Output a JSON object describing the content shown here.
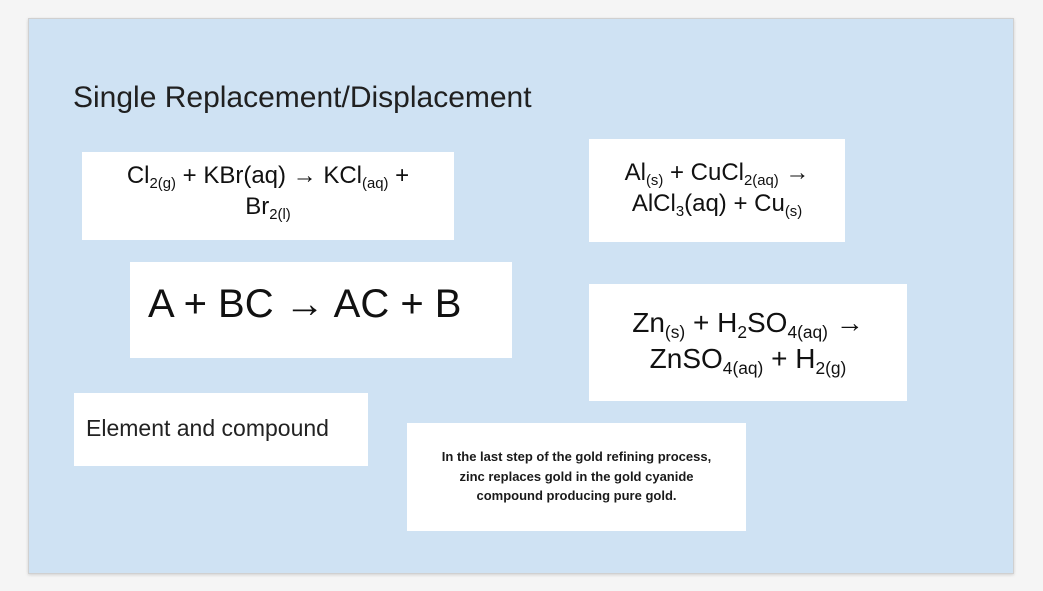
{
  "slide": {
    "title": "Single Replacement/Displacement",
    "arrow": "→",
    "eq1": {
      "line1": {
        "a": "Cl",
        "a_sub": "2(g)",
        "b": " + KBr(aq) → ",
        "c": "KCl",
        "c_sub": "(aq)",
        "d": " +"
      },
      "line2": {
        "a": "Br",
        "a_sub": "2(l)"
      }
    },
    "eq2": {
      "line1": {
        "a": "Al",
        "a_sub": "(s)",
        "b": " + CuCl",
        "b_sub": "2(aq)",
        "c": " →"
      },
      "line2": {
        "a": "AlCl",
        "a_sub": "3",
        "b": "(aq) + Cu",
        "b_sub": "(s)"
      }
    },
    "general": "A + BC → AC + B",
    "eq3": {
      "line1": {
        "a": "Zn",
        "a_sub": "(s)",
        "b": " + H",
        "b_sub": "2",
        "c": "SO",
        "c_sub": "4(aq)",
        "d": " →"
      },
      "line2": {
        "a": "ZnSO",
        "a_sub": "4(aq)",
        "b": " + H",
        "b_sub": "2(g)"
      }
    },
    "element_compound": "Element and compound",
    "gold_note": {
      "line1": "In the last step of the gold refining process,",
      "line2": "zinc replaces gold in the gold cyanide",
      "line3": "compound producing pure gold."
    }
  }
}
